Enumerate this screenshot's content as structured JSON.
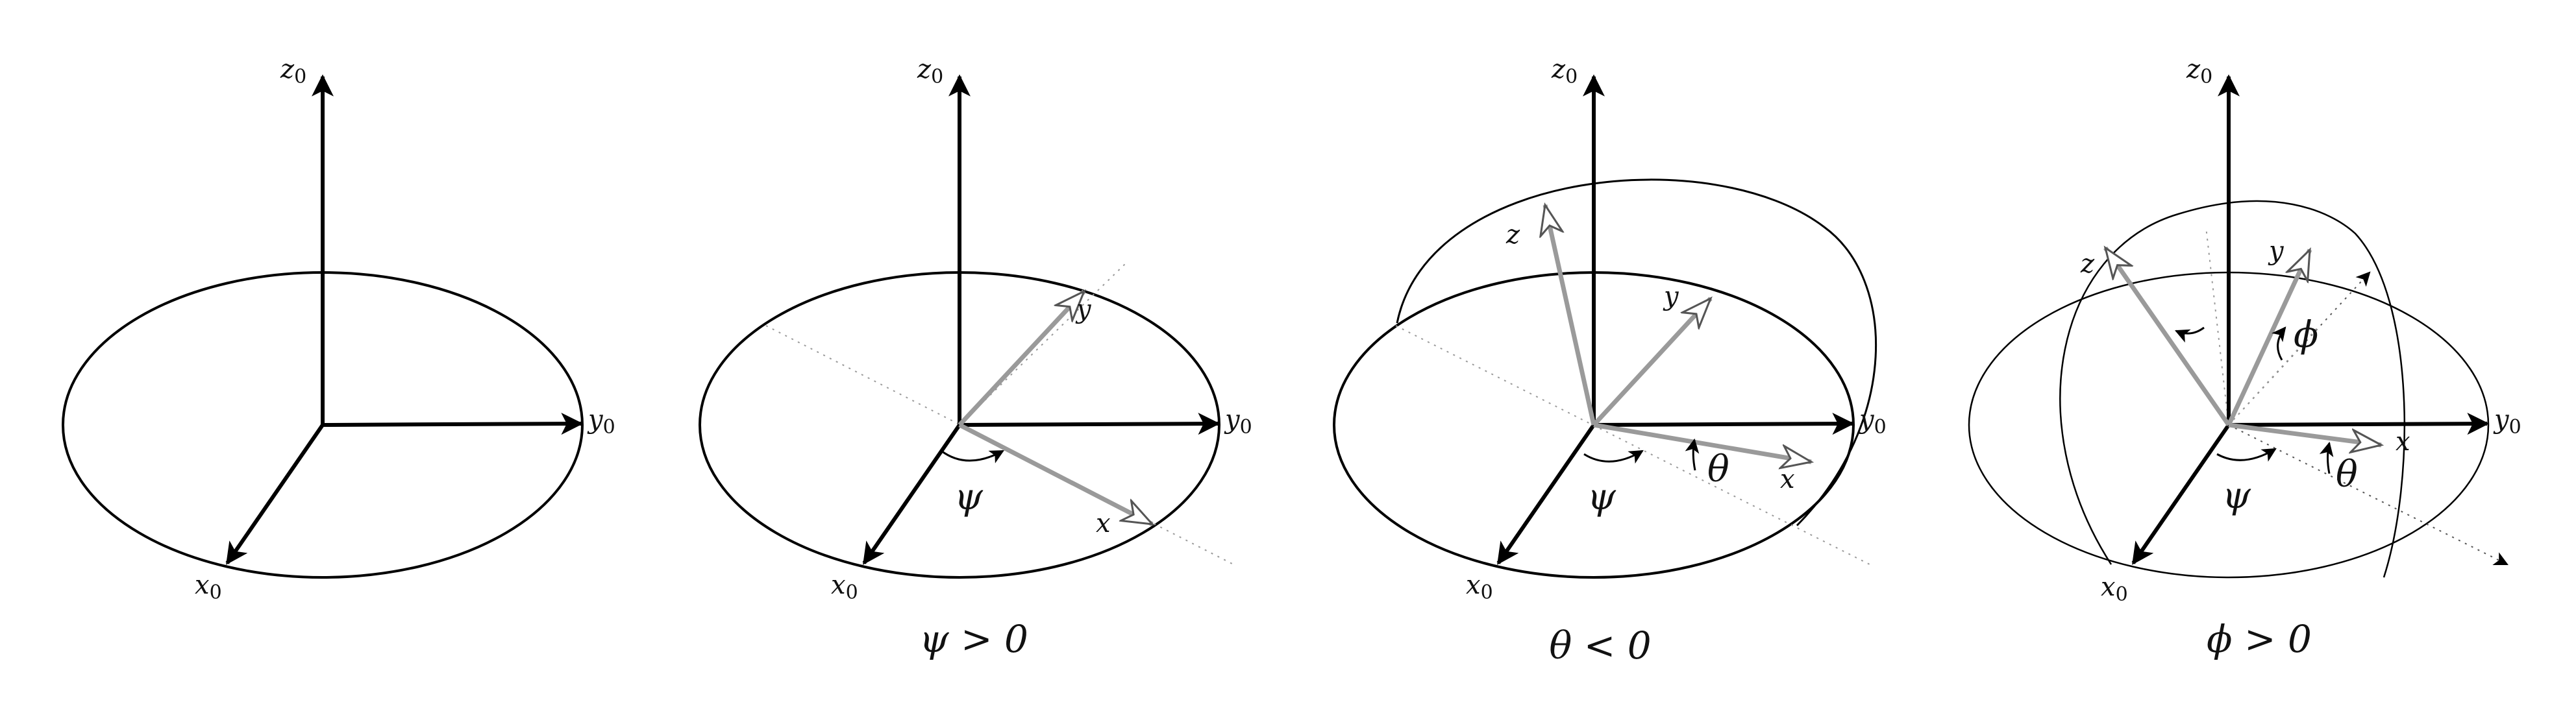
{
  "panels": [
    {
      "axis_labels": {
        "z0": "z",
        "y0": "y",
        "x0": "x",
        "sub": "0"
      },
      "caption": ""
    },
    {
      "axis_labels": {
        "z0": "z",
        "y0": "y",
        "x0": "x",
        "sub": "0"
      },
      "body_labels": {
        "x": "x",
        "y": "y"
      },
      "angle_labels": {
        "psi": "ψ"
      },
      "caption": "ψ > 0"
    },
    {
      "axis_labels": {
        "z0": "z",
        "y0": "y",
        "x0": "x",
        "sub": "0"
      },
      "body_labels": {
        "x": "x",
        "y": "y",
        "z": "z"
      },
      "angle_labels": {
        "psi": "ψ",
        "theta": "θ"
      },
      "caption": "θ < 0"
    },
    {
      "axis_labels": {
        "z0": "z",
        "y0": "y",
        "x0": "x",
        "sub": "0"
      },
      "body_labels": {
        "x": "x",
        "y": "y",
        "z": "z"
      },
      "angle_labels": {
        "psi": "ψ",
        "theta": "θ",
        "phi": "ϕ"
      },
      "caption": "ϕ > 0"
    }
  ],
  "colors": {
    "axis": "#000000",
    "body_axis": "#9a9a9a",
    "dotted": "#9a9a9a"
  }
}
